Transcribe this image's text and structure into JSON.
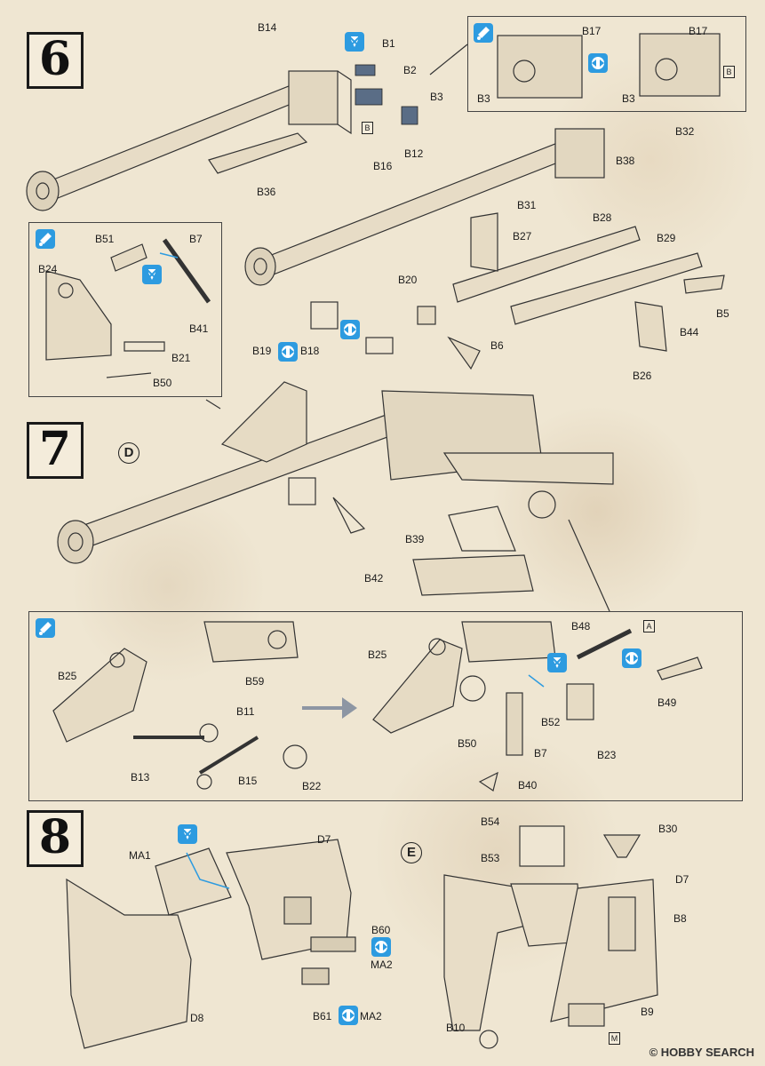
{
  "steps": [
    {
      "number": "6",
      "name": "step-6"
    },
    {
      "number": "7",
      "name": "step-7"
    },
    {
      "number": "8",
      "name": "step-8"
    }
  ],
  "sub_markers": {
    "D": "D",
    "E": "E"
  },
  "ref_markers": {
    "A": "A",
    "B": "B",
    "M": "M"
  },
  "step6": {
    "labels": [
      "B14",
      "B1",
      "B2",
      "B3",
      "B12",
      "B16",
      "B36",
      "B17",
      "B3",
      "B17",
      "B3",
      "B32",
      "B38",
      "B31",
      "B28",
      "B27",
      "B29",
      "B20",
      "B5",
      "B18",
      "B19",
      "B6",
      "B44",
      "B26"
    ],
    "inset_a_labels": [
      "B51",
      "B7",
      "B24",
      "B41",
      "B21",
      "B50"
    ]
  },
  "step7": {
    "labels": [
      "B39",
      "B42"
    ],
    "inset_labels_left": [
      "B25",
      "B59",
      "B11",
      "B13",
      "B15",
      "B22"
    ],
    "inset_labels_right": [
      "B48",
      "B25",
      "B49",
      "B52",
      "B50",
      "B23",
      "B7",
      "B40"
    ]
  },
  "step8": {
    "labels_left": [
      "MA1",
      "D7",
      "B60",
      "MA2",
      "D8",
      "B61",
      "MA2"
    ],
    "labels_right": [
      "B54",
      "B30",
      "B53",
      "D7",
      "B8",
      "B10",
      "B9"
    ]
  },
  "icons": {
    "glue": "glue-icon",
    "no_glue": "no-glue-icon",
    "rotate": "movable-rotate-icon"
  },
  "colors": {
    "background": "#efe6d2",
    "accent": "#2d9be0",
    "ink": "#222222"
  },
  "watermark": "© HOBBY SEARCH"
}
